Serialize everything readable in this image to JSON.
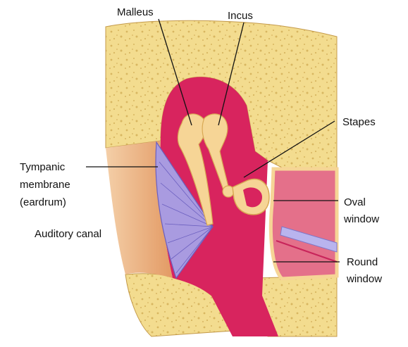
{
  "labels": {
    "malleus": "Malleus",
    "incus": "Incus",
    "stapes": "Stapes",
    "tympanic_line1": "Tympanic",
    "tympanic_line2": "membrane",
    "tympanic_line3": "(eardrum)",
    "auditory_canal": "Auditory canal",
    "oval_line1": "Oval",
    "oval_line2": "window",
    "round_line1": "Round",
    "round_line2": "window"
  },
  "colors": {
    "bone": "#f3dc8f",
    "bone_speckle": "#d8b660",
    "cavity": "#d8245e",
    "cavity_light": "#e4708a",
    "canal_skin": "#e8a772",
    "eardrum": "#a99be0",
    "ossicle": "#f6d596",
    "ossicle_shade": "#e7b86b",
    "leader": "#111111"
  }
}
